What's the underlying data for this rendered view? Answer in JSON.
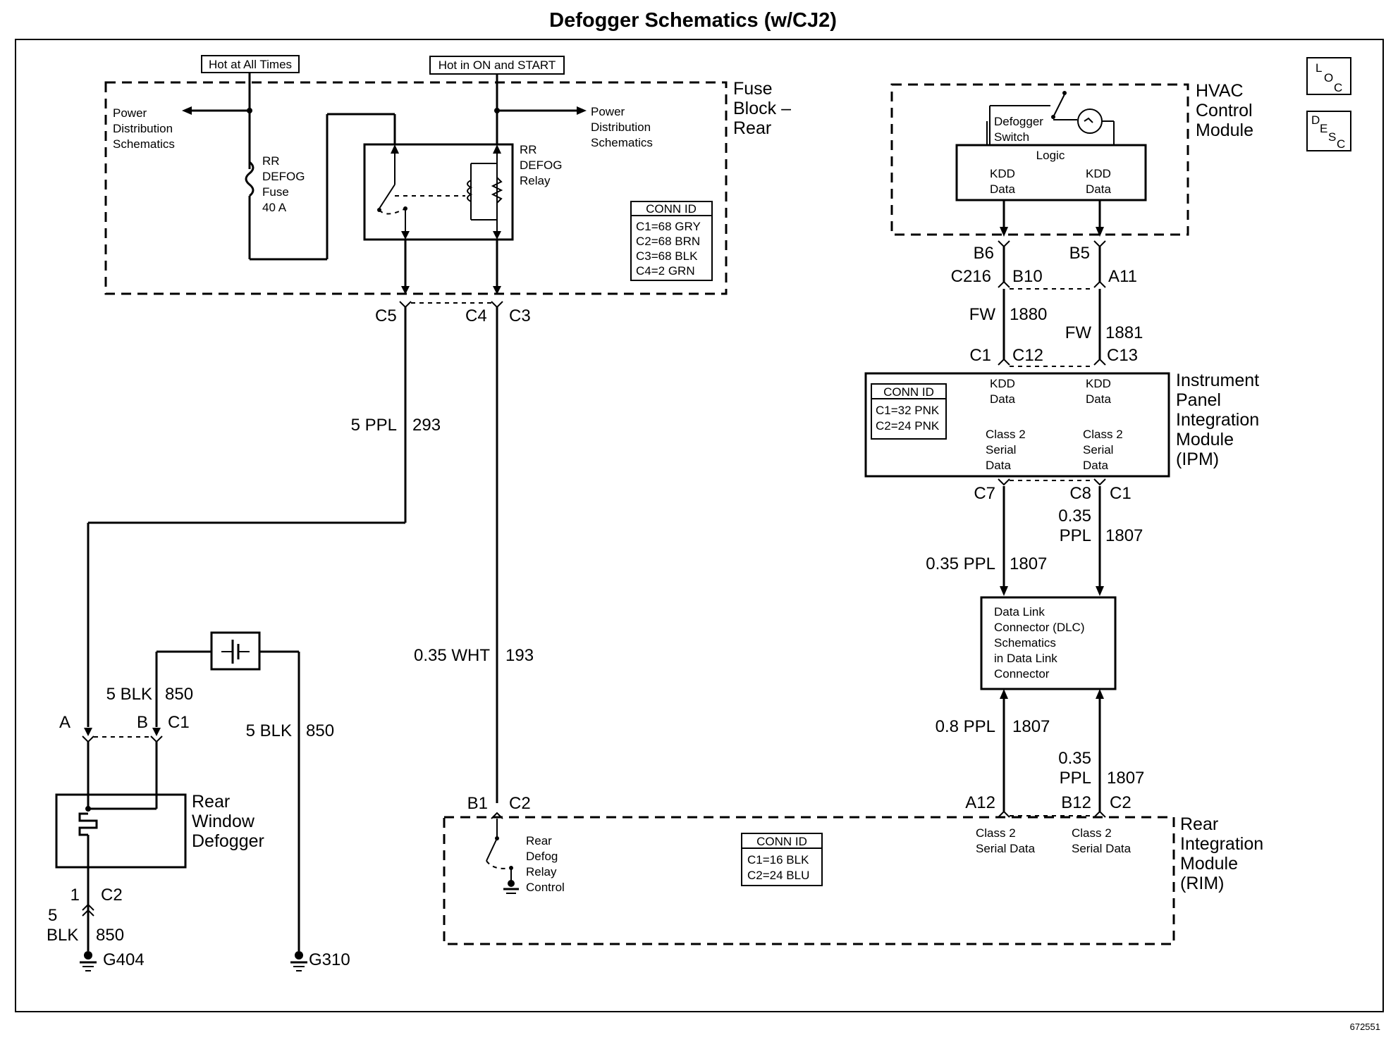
{
  "title": "Defogger Schematics (w/CJ2)",
  "figure_id": "672551",
  "loc_icon": {
    "l1": "L",
    "l2": "O",
    "l3": "C"
  },
  "desc_icon": {
    "l1": "D",
    "l2": "E",
    "l3": "S",
    "l4": "C"
  },
  "power_labels": {
    "hot_all_times": "Hot at All Times",
    "hot_on_start": "Hot in ON and START"
  },
  "power_distribution": {
    "line1": "Power",
    "line2": "Distribution",
    "line3": "Schematics"
  },
  "fuse_block": {
    "line1": "Fuse",
    "line2": "Block –",
    "line3": "Rear"
  },
  "fuse": {
    "line1": "RR",
    "line2": "DEFOG",
    "line3": "Fuse",
    "line4": "40 A"
  },
  "relay": {
    "line1": "RR",
    "line2": "DEFOG",
    "line3": "Relay"
  },
  "conn_fuse_block": {
    "header": "CONN ID",
    "rows": [
      "C1=68 GRY",
      "C2=68 BRN",
      "C3=68 BLK",
      "C4=2 GRN"
    ]
  },
  "fuse_block_pins": {
    "c5": "C5",
    "c4": "C4",
    "c3": "C3"
  },
  "wires": {
    "w293": {
      "gauge": "5 PPL",
      "circuit": "293"
    },
    "w193": {
      "gauge": "0.35 WHT",
      "circuit": "193"
    },
    "w850a": {
      "gauge": "5 BLK",
      "circuit": "850"
    },
    "w850b": {
      "gauge": "5 BLK",
      "circuit": "850"
    },
    "w850c": {
      "gauge1": "5",
      "gauge2": "BLK",
      "circuit": "850"
    },
    "fw1880": {
      "gauge": "FW",
      "circuit": "1880"
    },
    "fw1881": {
      "gauge": "FW",
      "circuit": "1881"
    },
    "ppl_c7": {
      "gauge": "0.35 PPL",
      "circuit": "1807"
    },
    "ppl_c8": {
      "gauge1": "0.35",
      "gauge2": "PPL",
      "circuit": "1807"
    },
    "ppl_a12": {
      "gauge": "0.8 PPL",
      "circuit": "1807"
    },
    "ppl_b12": {
      "gauge1": "0.35",
      "gauge2": "PPL",
      "circuit": "1807"
    }
  },
  "defogger_pins": {
    "a": "A",
    "b": "B",
    "c1": "C1",
    "pin1": "1",
    "c2": "C2"
  },
  "rear_window_defogger": {
    "line1": "Rear",
    "line2": "Window",
    "line3": "Defogger"
  },
  "grounds": {
    "g404": "G404",
    "g310": "G310"
  },
  "hvac": {
    "line1": "HVAC",
    "line2": "Control",
    "line3": "Module",
    "switch1": "Defogger",
    "switch2": "Switch",
    "logic": "Logic",
    "kdd1a": "KDD",
    "kdd1b": "Data",
    "kdd2a": "KDD",
    "kdd2b": "Data"
  },
  "c216_pins": {
    "b6": "B6",
    "b5": "B5",
    "c216": "C216",
    "b10": "B10",
    "a11": "A11"
  },
  "ipm_pins": {
    "c1": "C1",
    "c12": "C12",
    "c13": "C13",
    "c7": "C7",
    "c8": "C8",
    "c1b": "C1"
  },
  "ipm": {
    "line1": "Instrument",
    "line2": "Panel",
    "line3": "Integration",
    "line4": "Module",
    "line5": "(IPM)",
    "kdd1a": "KDD",
    "kdd1b": "Data",
    "kdd2a": "KDD",
    "kdd2b": "Data",
    "c2a1": "Class 2",
    "c2a2": "Serial",
    "c2a3": "Data",
    "c2b1": "Class 2",
    "c2b2": "Serial",
    "c2b3": "Data"
  },
  "conn_ipm": {
    "header": "CONN ID",
    "rows": [
      "C1=32 PNK",
      "C2=24 PNK"
    ]
  },
  "dlc": {
    "line1": "Data Link",
    "line2": "Connector (DLC)",
    "line3": "Schematics",
    "line4": "in Data Link",
    "line5": "Connector"
  },
  "rim_pins": {
    "b1": "B1",
    "c2": "C2",
    "a12": "A12",
    "b12": "B12",
    "c2b": "C2"
  },
  "rim": {
    "line1": "Rear",
    "line2": "Integration",
    "line3": "Module",
    "line4": "(RIM)",
    "ctl1": "Rear",
    "ctl2": "Defog",
    "ctl3": "Relay",
    "ctl4": "Control",
    "cs1a": "Class 2",
    "cs1b": "Serial Data",
    "cs2a": "Class 2",
    "cs2b": "Serial Data"
  },
  "conn_rim": {
    "header": "CONN ID",
    "rows": [
      "C1=16 BLK",
      "C2=24 BLU"
    ]
  }
}
